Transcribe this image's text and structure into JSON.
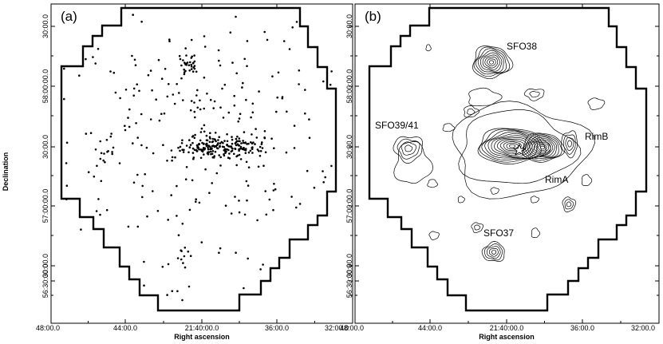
{
  "figure": {
    "ylabel": "Declination",
    "xlabel": "Right ascension",
    "x_tick_labels": [
      "48:00.0",
      "44:00.0",
      "21:40:00.0",
      "36:00.0",
      "32:00.0"
    ],
    "y_tick_labels": [
      "30:00.0",
      "58:00:00.0",
      "30:00.0",
      "57:00:00.0",
      "30:00.0",
      "56:30:00.0"
    ],
    "colors": {
      "ink": "#000000",
      "background": "#ffffff"
    }
  },
  "panel_a": {
    "label": "(a)"
  },
  "panel_b": {
    "label": "(b)",
    "regions": [
      "SFO38",
      "SFO39/41",
      "RimB",
      "RimA",
      "SFO37"
    ],
    "marker_icon": "star-icon"
  }
}
